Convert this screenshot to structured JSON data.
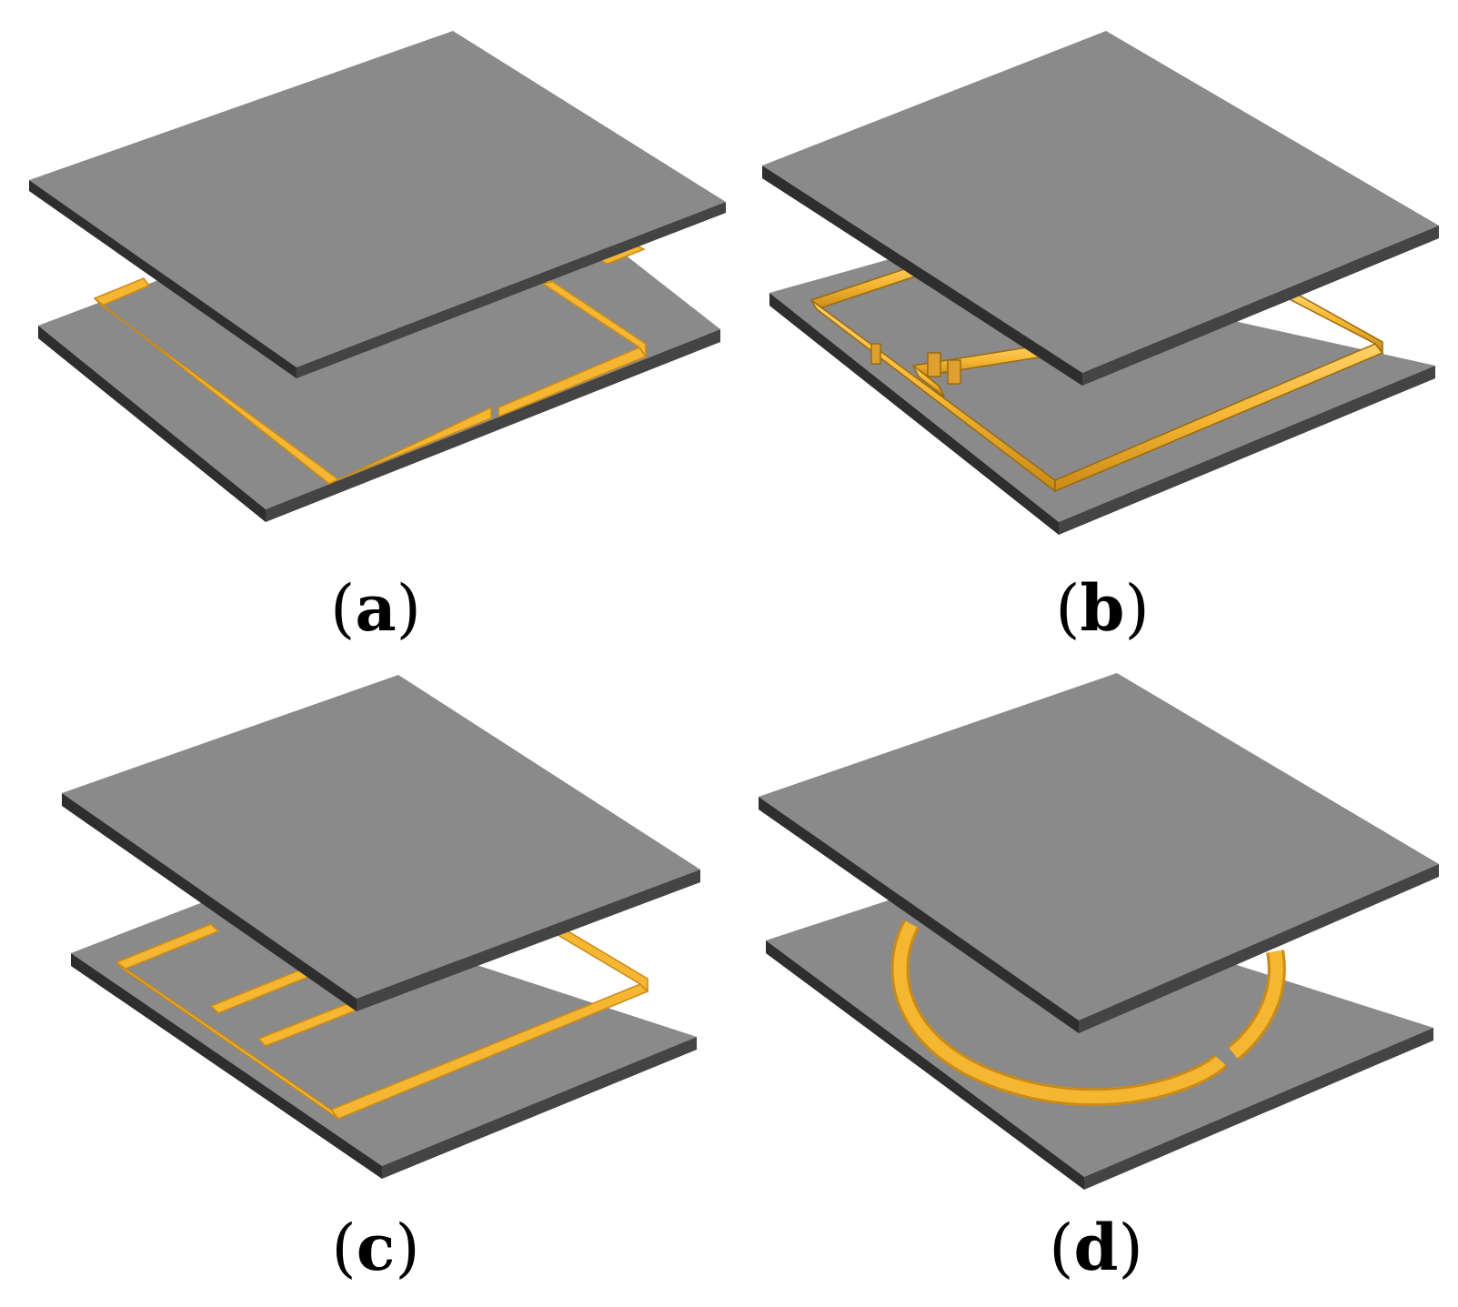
{
  "colors": {
    "plate_top": "#8a8a8a",
    "plate_edge_dark": "#2e2e2e",
    "plate_edge_mid": "#4a4a4a",
    "ring_gold": "#f5b632",
    "ring_gold_shadow": "#c98a18",
    "background": "#ffffff"
  },
  "panels": [
    {
      "id": "a",
      "open": "(",
      "letter": "a",
      "close": ")",
      "structure": "rectangular-split-ring"
    },
    {
      "id": "b",
      "open": "(",
      "letter": "b",
      "close": ")",
      "structure": "rectangular-ring-with-inner-branch"
    },
    {
      "id": "c",
      "open": "(",
      "letter": "c",
      "close": ")",
      "structure": "rectangular-ring-with-parallel-strips"
    },
    {
      "id": "d",
      "open": "(",
      "letter": "d",
      "close": ")",
      "structure": "circular-split-ring"
    }
  ]
}
